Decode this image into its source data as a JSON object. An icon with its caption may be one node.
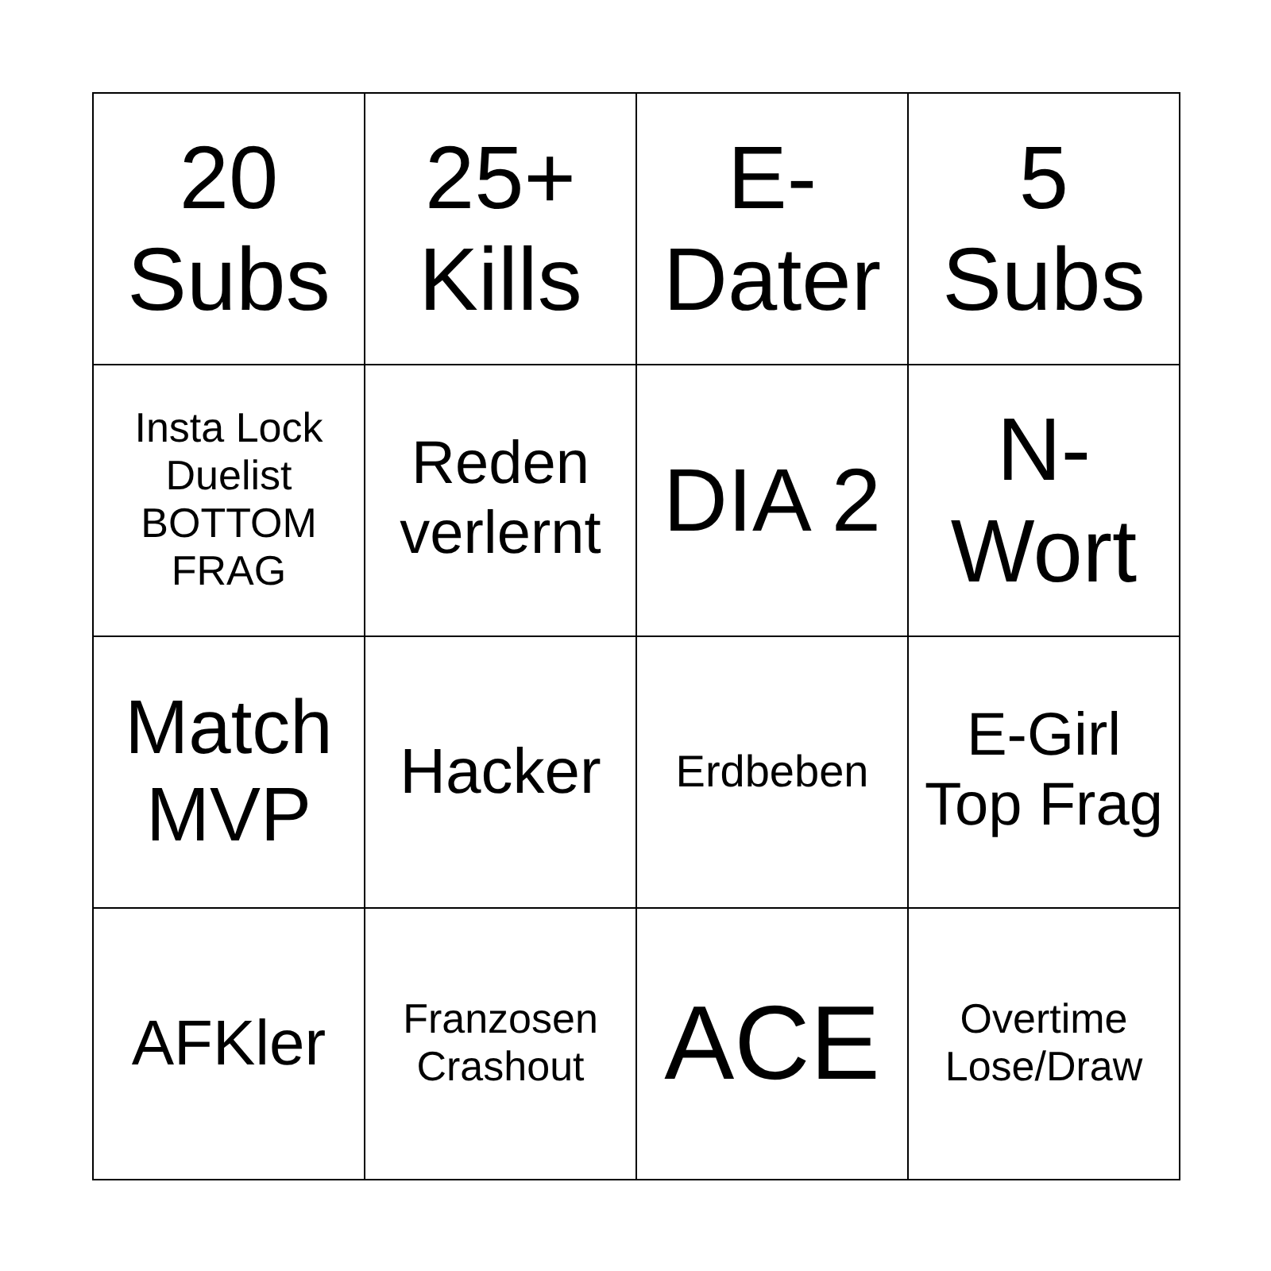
{
  "diagram": {
    "nodes": [
      {
        "text": [
          "20 Subs"
        ]
      },
      {
        "text": [
          "25+ Kills"
        ]
      },
      {
        "text": [
          "E-Dater"
        ]
      },
      {
        "text": [
          "5 Subs"
        ]
      },
      {
        "text": [
          "Insta Lock Duelist BOTTOM FRAG"
        ]
      },
      {
        "text": [
          "Reden verlernt"
        ]
      },
      {
        "text": [
          "DIA 2"
        ]
      },
      {
        "text": [
          "N-Wort"
        ]
      },
      {
        "text": [
          "Match MVP"
        ]
      },
      {
        "text": [
          "Hacker"
        ]
      },
      {
        "text": [
          "Erdbeben"
        ]
      },
      {
        "text": [
          "E-Girl Top Frag"
        ]
      },
      {
        "text": [
          "AFKler"
        ]
      },
      {
        "text": [
          "Franzosen Crashout"
        ]
      },
      {
        "text": [
          "ACE"
        ]
      },
      {
        "text": [
          "Overtime Lose/Draw"
        ]
      }
    ]
  }
}
